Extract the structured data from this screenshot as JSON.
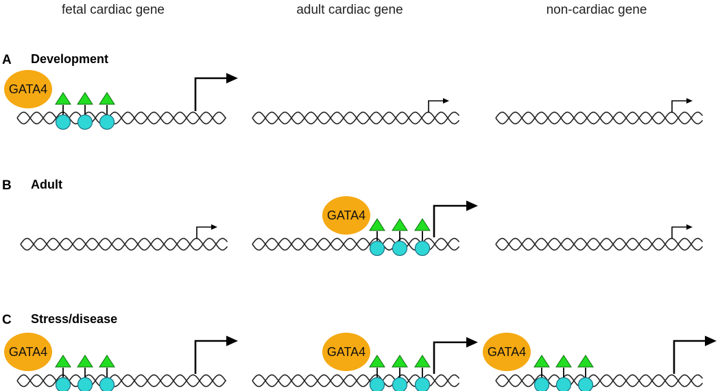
{
  "columns": [
    "fetal cardiac gene",
    "adult cardiac gene",
    "non-cardiac gene"
  ],
  "rows": [
    {
      "letter": "A",
      "title": "Development"
    },
    {
      "letter": "B",
      "title": "Adult"
    },
    {
      "letter": "C",
      "title": "Stress/disease"
    }
  ],
  "factor_label": "GATA4",
  "colors": {
    "gata4": "#F5A912",
    "circle": "#2FD6D6",
    "triangle": "#22DD22",
    "strand": "#222222",
    "arrow": "#000000"
  },
  "states": [
    [
      "active",
      "inactive",
      "inactive"
    ],
    [
      "inactive",
      "active",
      "inactive"
    ],
    [
      "active",
      "active",
      "active"
    ]
  ]
}
